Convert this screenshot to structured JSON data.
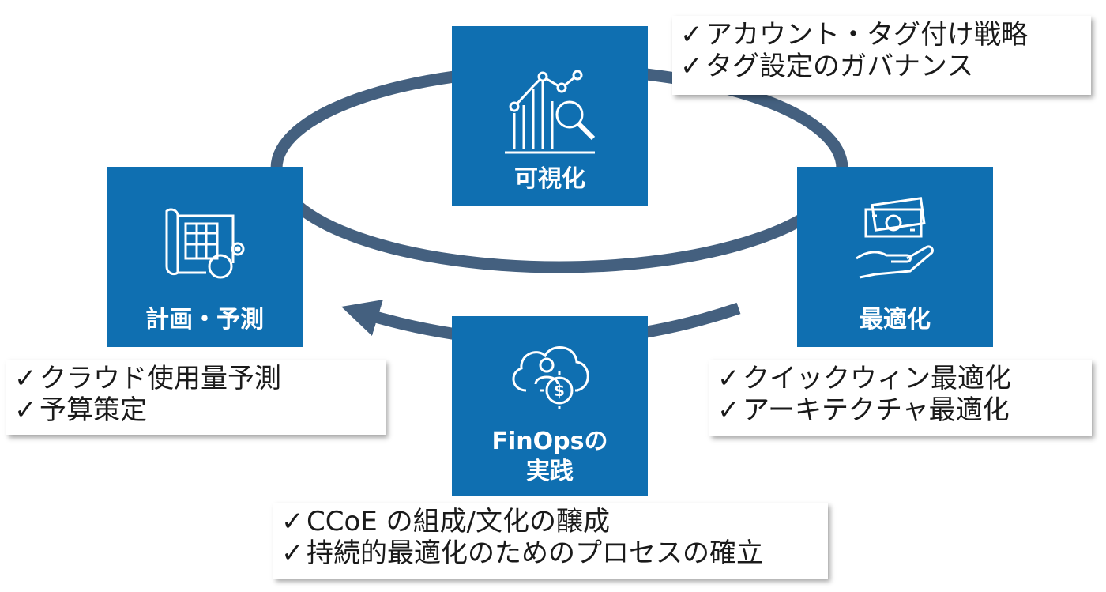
{
  "stages": {
    "visibility": {
      "label": "可視化",
      "icon": "chart-search-icon"
    },
    "optimization": {
      "label": "最適化",
      "icon": "money-hand-icon"
    },
    "finops": {
      "label_line1": "FinOpsの",
      "label_line2": "実践",
      "icon": "cloud-dollar-gear-icon"
    },
    "planning": {
      "label": "計画・予測",
      "icon": "blueprint-gear-icon"
    }
  },
  "notes": {
    "visibility": [
      "アカウント・タグ付け戦略",
      "タグ設定のガバナンス"
    ],
    "optimization": [
      "クイックウィン最適化",
      "アーキテクチャ最適化"
    ],
    "finops": [
      "CCoE の組成/文化の醸成",
      "持続的最適化のためのプロセスの確立"
    ],
    "planning": [
      "クラウド使用量予測",
      "予算策定"
    ]
  },
  "check_mark": "✓",
  "colors": {
    "box": "#0f6fb1",
    "ring": "#44607f"
  }
}
